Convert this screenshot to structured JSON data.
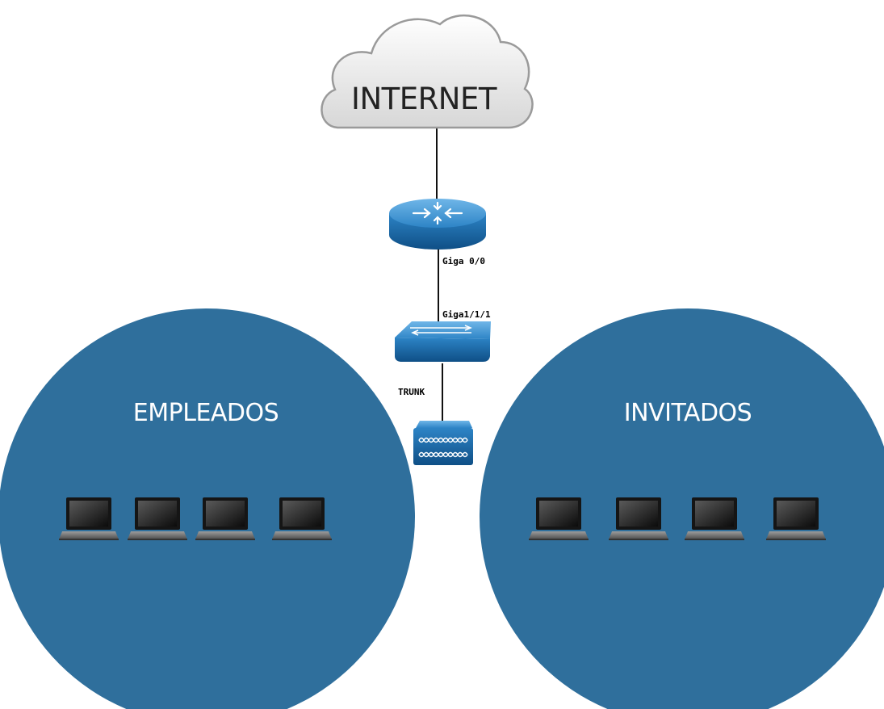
{
  "cloud": {
    "label": "INTERNET",
    "icon": "cloud-icon"
  },
  "router": {
    "icon": "router-icon",
    "port_label": "Giga 0/0"
  },
  "switch": {
    "icon": "switch-icon",
    "port_label": "Giga1/1/1"
  },
  "access_point": {
    "icon": "wireless-access-point-icon",
    "link_label": "TRUNK"
  },
  "zones": [
    {
      "label": "EMPLEADOS",
      "device_icon": "laptop-icon",
      "device_count": 4
    },
    {
      "label": "INVITADOS",
      "device_icon": "laptop-icon",
      "device_count": 4
    }
  ],
  "colors": {
    "zone_fill": "#2f6f9c",
    "device_blue": "#2c84c6",
    "cloud_fill": "#f0f0f0",
    "link": "#111111"
  }
}
